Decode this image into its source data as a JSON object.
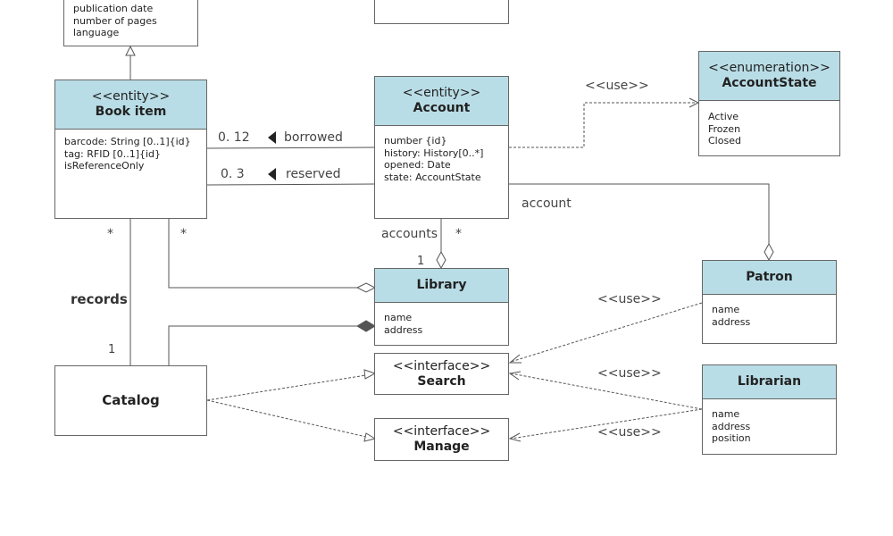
{
  "publication_box": {
    "attributes": [
      "publication date",
      "number of pages",
      "language"
    ]
  },
  "book_item": {
    "stereotype": "<<entity>>",
    "name": "Book item",
    "attributes": [
      "barcode: String [0..1]{id}",
      "tag: RFID [0..1]{id}",
      "isReferenceOnly"
    ]
  },
  "account": {
    "stereotype": "<<entity>>",
    "name": "Account",
    "attributes": [
      "number {id}",
      "history: History[0..*]",
      "opened: Date",
      "state: AccountState"
    ]
  },
  "account_state": {
    "stereotype": "<<enumeration>>",
    "name": "AccountState",
    "attributes": [
      "Active",
      "Frozen",
      "Closed"
    ]
  },
  "library": {
    "name": "Library",
    "attributes": [
      "name",
      "address"
    ]
  },
  "patron": {
    "name": "Patron",
    "attributes": [
      "name",
      "address"
    ]
  },
  "librarian": {
    "name": "Librarian",
    "attributes": [
      "name",
      "address",
      "position"
    ]
  },
  "catalog": {
    "name": "Catalog"
  },
  "search": {
    "stereotype": "<<interface>>",
    "name": "Search"
  },
  "manage": {
    "stereotype": "<<interface>>",
    "name": "Manage"
  },
  "labels": {
    "borrowed_mult": "0. 12",
    "borrowed": "borrowed",
    "reserved_mult": "0. 3",
    "reserved": "reserved",
    "use_account_state": "<<use>>",
    "account_role": "account",
    "accounts_role": "accounts",
    "accounts_many": "*",
    "library_one": "1",
    "book_many_left": "*",
    "book_many_right": "*",
    "records": "records",
    "catalog_one": "1",
    "use_patron": "<<use>>",
    "use_librarian_search": "<<use>>",
    "use_librarian_manage": "<<use>>"
  },
  "colors": {
    "header": "#b9dde6",
    "border": "#666666",
    "line": "#555555"
  }
}
